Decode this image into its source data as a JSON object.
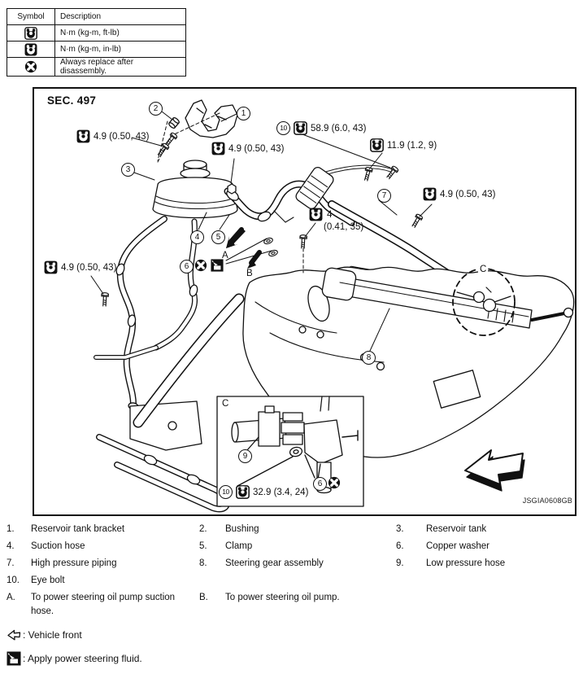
{
  "legend": {
    "header": {
      "symbol": "Symbol",
      "description": "Description"
    },
    "rows": [
      {
        "icon": "torque-ftlb-icon",
        "description": "N·m (kg-m, ft-lb)"
      },
      {
        "icon": "torque-inlb-icon",
        "description": "N·m (kg-m, in-lb)"
      },
      {
        "icon": "replace-icon",
        "description": "Always replace after disassembly."
      }
    ]
  },
  "diagram": {
    "section": "SEC. 497",
    "code": "JSGIA0608GB",
    "callouts": [
      "1",
      "2",
      "3",
      "4",
      "5",
      "6",
      "7",
      "8",
      "9",
      "10"
    ],
    "letters": {
      "a": "A",
      "b": "B",
      "c": "C"
    },
    "torques": [
      {
        "value": "4.9 (0.50, 43)",
        "icon": "torque-inlb-icon"
      },
      {
        "value": "4.9 (0.50, 43)",
        "icon": "torque-inlb-icon"
      },
      {
        "callout": "10",
        "value": "58.9 (6.0, 43)",
        "icon": "torque-ftlb-icon"
      },
      {
        "value": "11.9 (1.2, 9)",
        "icon": "torque-ftlb-icon"
      },
      {
        "value": "4.9 (0.50, 43)",
        "icon": "torque-inlb-icon"
      },
      {
        "value": "4",
        "value2": "(0.41, 35)",
        "icon": "torque-inlb-icon"
      },
      {
        "value": "4.9 (0.50, 43)",
        "icon": "torque-inlb-icon"
      },
      {
        "callout": "10",
        "value": "32.9 (3.4, 24)",
        "icon": "torque-ftlb-icon"
      }
    ]
  },
  "parts": [
    {
      "num": "1.",
      "name": "Reservoir tank bracket"
    },
    {
      "num": "2.",
      "name": "Bushing"
    },
    {
      "num": "3.",
      "name": "Reservoir tank"
    },
    {
      "num": "4.",
      "name": "Suction hose"
    },
    {
      "num": "5.",
      "name": "Clamp"
    },
    {
      "num": "6.",
      "name": "Copper washer"
    },
    {
      "num": "7.",
      "name": "High pressure piping"
    },
    {
      "num": "8.",
      "name": "Steering gear assembly"
    },
    {
      "num": "9.",
      "name": "Low pressure hose"
    },
    {
      "num": "10.",
      "name": "Eye bolt"
    },
    {
      "num": "A.",
      "name": "To power steering oil pump suction hose."
    },
    {
      "num": "B.",
      "name": "To power steering oil pump."
    }
  ],
  "notes": {
    "vehicle_front": ": Vehicle front",
    "fluid": ": Apply power steering fluid."
  }
}
